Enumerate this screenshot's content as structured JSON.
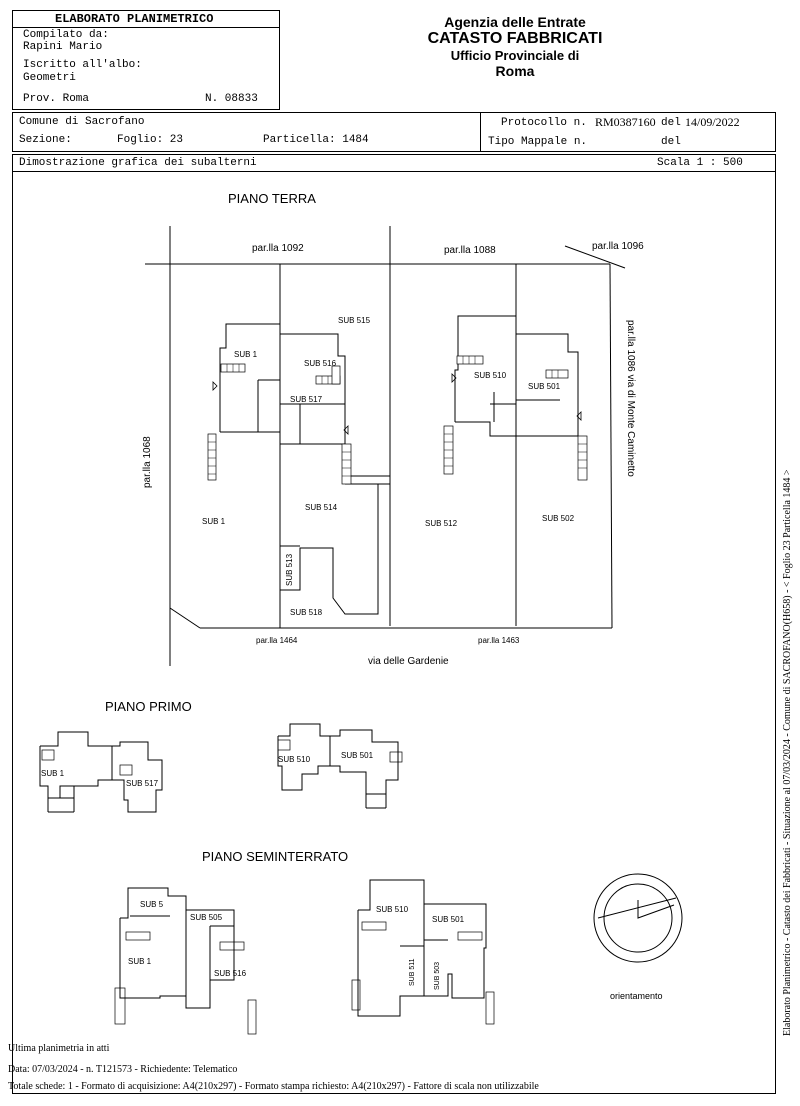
{
  "header": {
    "title": "ELABORATO PLANIMETRICO",
    "compilato_label": "Compilato da:",
    "compilato_value": "Rapini Mario",
    "iscritto_label": "Iscritto all'albo:",
    "iscritto_value": "Geometri",
    "prov": "Prov. Roma",
    "numero": "N. 08833",
    "agency_line1": "Agenzia delle Entrate",
    "agency_line2": "CATASTO FABBRICATI",
    "agency_line3": "Ufficio Provinciale di",
    "agency_line4": "Roma"
  },
  "info": {
    "comune": "Comune di Sacrofano",
    "sezione": "Sezione:",
    "foglio": "Foglio: 23",
    "particella": "Particella: 1484",
    "protocollo_label": "Protocollo n.",
    "protocollo_value": "RM0387160",
    "del1_label": "del",
    "del1_value": "14/09/2022",
    "tipo_mappale": "Tipo Mappale n.",
    "del2_label": "del",
    "dimostrazione": "Dimostrazione grafica dei subalterni",
    "scala": "Scala 1 : 500"
  },
  "plans": {
    "terra": "PIANO TERRA",
    "primo": "PIANO PRIMO",
    "seminterrato": "PIANO SEMINTERRATO",
    "orientamento": "orientamento"
  },
  "labels": {
    "p1092": "par.lla 1092",
    "p1088": "par.lla 1088",
    "p1096": "par.lla 1096",
    "p1068": "par.lla 1068",
    "p1086": "par.lla 1086 via di Monte Caminetto",
    "p1464": "par.lla 1464",
    "p1463": "par.lla 1463",
    "via": "via delle Gardenie",
    "sub1": "SUB 1",
    "sub5": "SUB 5",
    "sub501": "SUB 501",
    "sub502": "SUB 502",
    "sub503": "SUB 503",
    "sub505": "SUB 505",
    "sub510": "SUB 510",
    "sub511": "SUB 511",
    "sub512": "SUB 512",
    "sub513": "SUB 513",
    "sub514": "SUB 514",
    "sub515": "SUB 515",
    "sub516": "SUB 516",
    "sub517": "SUB 517",
    "sub518": "SUB 518"
  },
  "footer": {
    "line1": "Ultima planimetria in atti",
    "line2": "Data: 07/03/2024 - n. T121573 - Richiedente: Telematico",
    "line3": "Totale schede: 1 - Formato di acquisizione: A4(210x297)  - Formato stampa richiesto: A4(210x297) - Fattore di scala non utilizzabile"
  },
  "side_text": "Elaborato Planimetrico - Catasto dei Fabbricati - Situazione al 07/03/2024 - Comune di SACROFANO(H658) - < Foglio 23 Particella 1484 >"
}
